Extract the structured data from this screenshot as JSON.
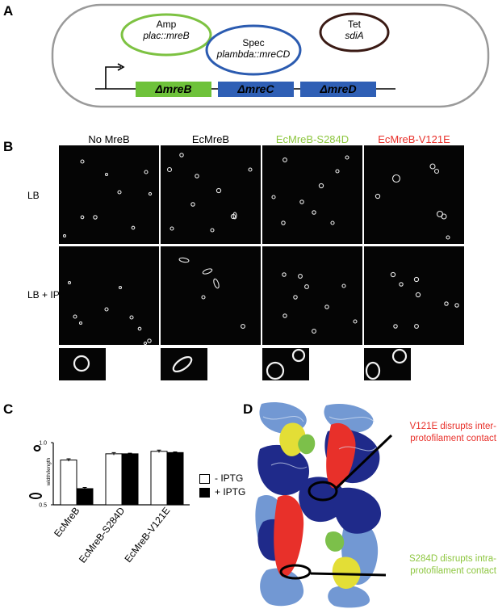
{
  "panels": {
    "a": {
      "letter": "A",
      "plasmids": [
        {
          "title": "Amp",
          "subtitle": "plac::mreB",
          "color": "#7dc242"
        },
        {
          "title": "Spec",
          "subtitle": "plambda::mreCD",
          "color": "#2b5bb0"
        },
        {
          "title": "Tet",
          "subtitle": "sdiA",
          "color": "#3a1a14"
        }
      ],
      "genes": [
        {
          "label": "ΔmreB",
          "color": "#6ec23a"
        },
        {
          "label": "ΔmreC",
          "color": "#2f5fb5"
        },
        {
          "label": "ΔmreD",
          "color": "#2f5fb5"
        }
      ]
    },
    "b": {
      "letter": "B",
      "columns": [
        {
          "label": "No MreB",
          "color": "#000000"
        },
        {
          "label": "EcMreB",
          "color": "#000000"
        },
        {
          "label": "EcMreB-S284D",
          "color": "#8dc63f"
        },
        {
          "label": "EcMreB-V121E",
          "color": "#e8302a"
        }
      ],
      "rows": [
        "LB",
        "LB + IPTG"
      ]
    },
    "c": {
      "letter": "C",
      "legend": [
        "- IPTG",
        "+ IPTG"
      ]
    },
    "d": {
      "letter": "D",
      "annotations": [
        {
          "text_line1": "V121E disrupts inter-",
          "text_line2": "protofilament contact",
          "color": "#e8302a"
        },
        {
          "text_line1": "S284D disrupts intra-",
          "text_line2": "protofilament contact",
          "color": "#8dc63f"
        }
      ]
    }
  },
  "chart_data": {
    "type": "bar",
    "categories": [
      "EcMreB",
      "EcMreB-S284D",
      "EcMreB-V121E"
    ],
    "series": [
      {
        "name": "- IPTG",
        "values": [
          0.86,
          0.91,
          0.93
        ],
        "errors": [
          0.01,
          0.01,
          0.01
        ],
        "fill": "#ffffff"
      },
      {
        "name": "+ IPTG",
        "values": [
          0.63,
          0.91,
          0.92
        ],
        "errors": [
          0.01,
          0.005,
          0.005
        ],
        "fill": "#000000"
      }
    ],
    "ylabel": "width/length",
    "ylim": [
      0.5,
      1.0
    ],
    "yticks": [
      "1.0",
      "0.5"
    ]
  }
}
